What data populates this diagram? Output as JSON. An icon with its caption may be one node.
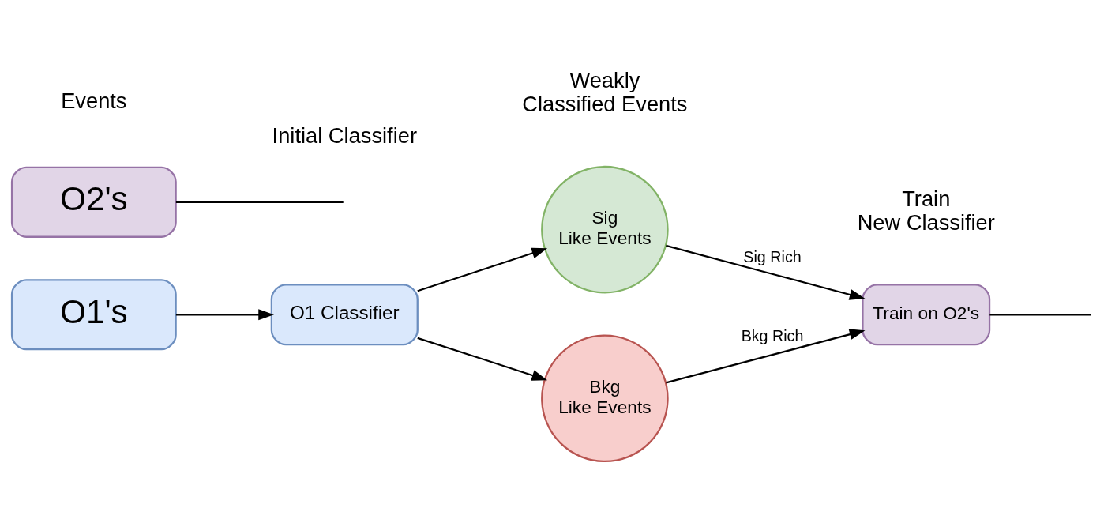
{
  "diagram": {
    "nodes": [
      {
        "text": [
          "O1's"
        ]
      },
      {
        "text": [
          "O2's"
        ]
      },
      {
        "text": [
          "O1 Classifier"
        ]
      },
      {
        "text": [
          "Sig Like Events"
        ]
      },
      {
        "text": [
          "Bkg Like Events"
        ]
      },
      {
        "text": [
          "Train on O2's"
        ]
      }
    ],
    "edges": [
      {
        "from": 0,
        "to": 2,
        "arrow": "to"
      },
      {
        "from": 2,
        "to": 3,
        "arrow": "to"
      },
      {
        "from": 2,
        "to": 4,
        "arrow": "to"
      },
      {
        "from": 3,
        "to": 5,
        "arrow": "to",
        "label": "Sig Rich"
      },
      {
        "from": 4,
        "to": 5,
        "arrow": "to",
        "label": "Bkg Rich"
      },
      {
        "from": 1,
        "to": null,
        "arrow": "none"
      },
      {
        "from": 5,
        "to": null,
        "arrow": "none"
      }
    ],
    "labels": [
      "Events",
      "Initial Classifier",
      "Weakly Classified Events",
      "Train New Classifier"
    ]
  }
}
